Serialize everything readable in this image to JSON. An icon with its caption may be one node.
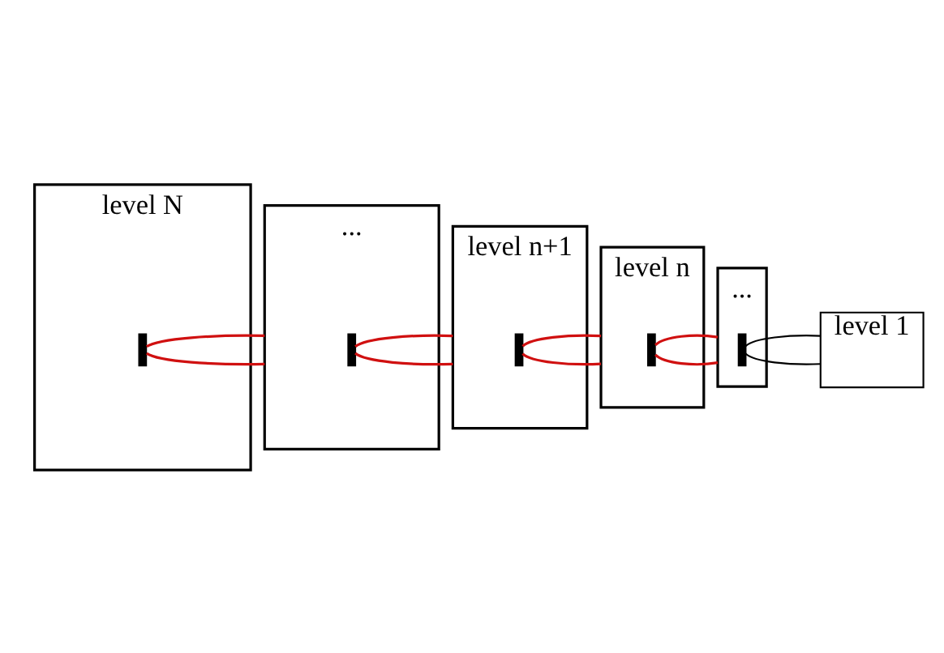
{
  "diagram": {
    "nodes": [
      {
        "text": [
          "level N"
        ]
      },
      {
        "text": [],
        "shape": "bar",
        "in": 0
      },
      {
        "text": [
          "..."
        ]
      },
      {
        "text": [],
        "shape": "bar",
        "in": 2
      },
      {
        "text": [
          "level n+1"
        ]
      },
      {
        "text": [],
        "shape": "bar",
        "in": 4
      },
      {
        "text": [
          "level n"
        ]
      },
      {
        "text": [],
        "shape": "bar",
        "in": 6
      },
      {
        "text": [
          "..."
        ]
      },
      {
        "text": [],
        "shape": "bar",
        "in": 8
      },
      {
        "text": [
          "level 1"
        ]
      }
    ],
    "edges": [
      {
        "from": 1,
        "to": 2,
        "arrow": "none"
      },
      {
        "from": 1,
        "to": 2,
        "arrow": "none"
      },
      {
        "from": 3,
        "to": 4,
        "arrow": "none"
      },
      {
        "from": 3,
        "to": 4,
        "arrow": "none"
      },
      {
        "from": 5,
        "to": 6,
        "arrow": "none"
      },
      {
        "from": 5,
        "to": 6,
        "arrow": "none"
      },
      {
        "from": 7,
        "to": 8,
        "arrow": "none"
      },
      {
        "from": 7,
        "to": 8,
        "arrow": "none"
      },
      {
        "from": 9,
        "to": 10,
        "arrow": "none",
        "color": "#000000"
      },
      {
        "from": 9,
        "to": 10,
        "arrow": "none",
        "color": "#000000"
      }
    ]
  }
}
